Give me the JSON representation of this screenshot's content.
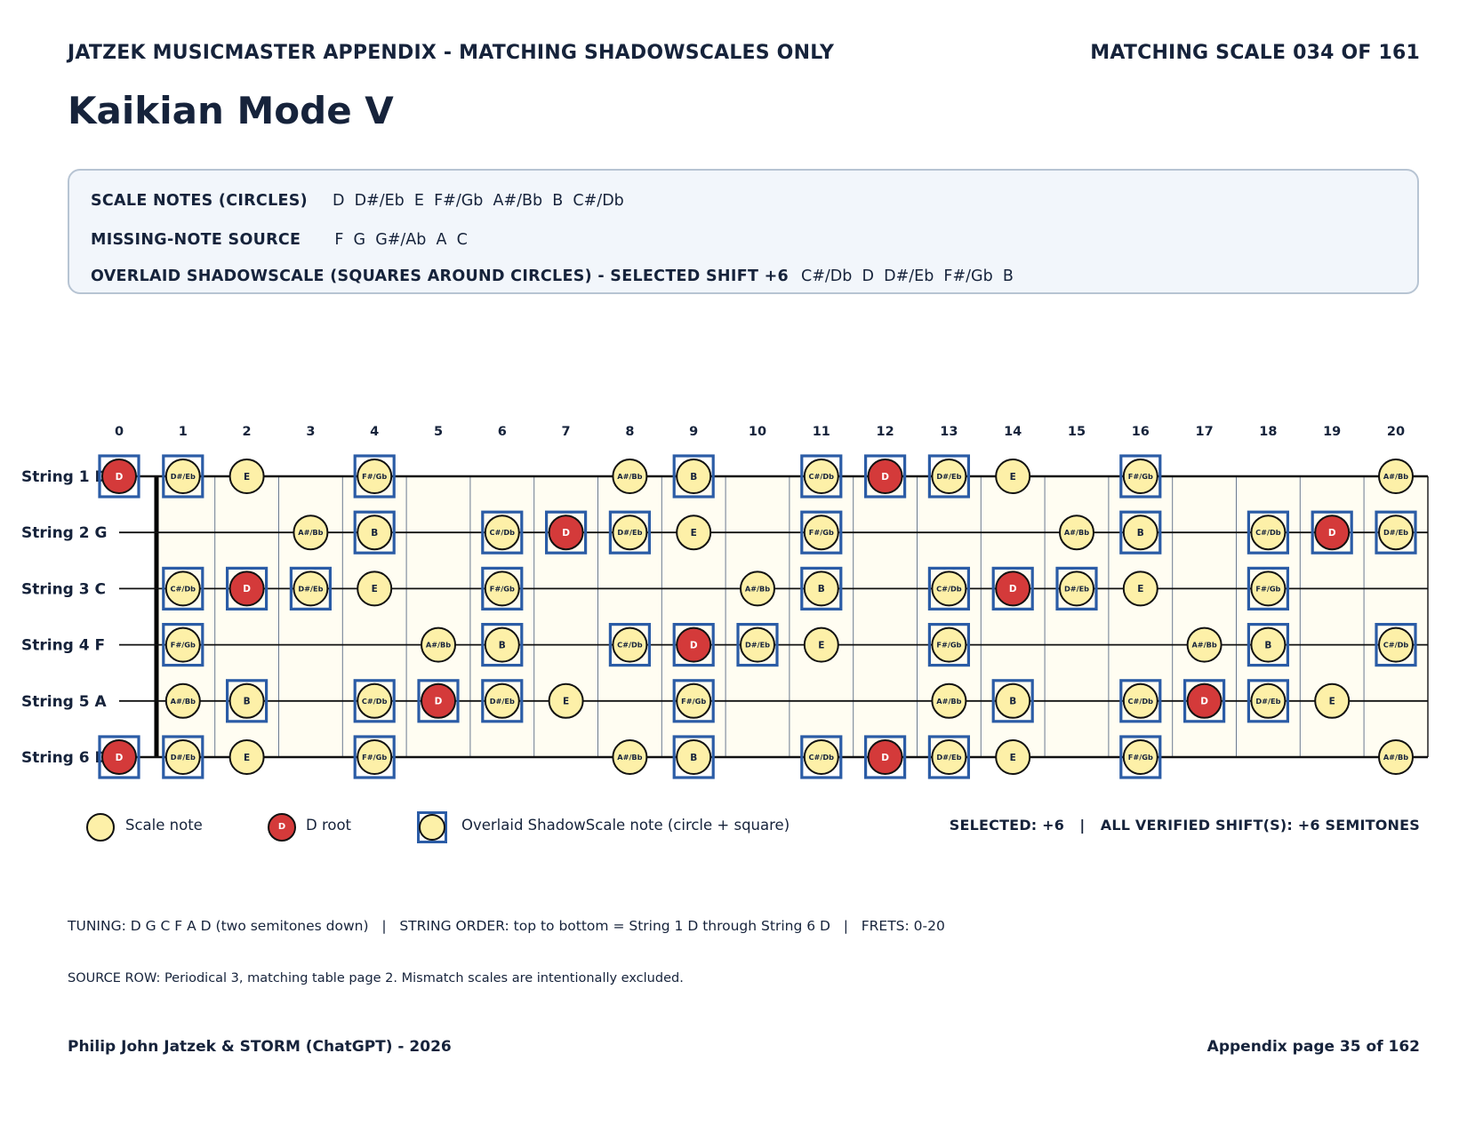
{
  "header": {
    "left": "JATZEK MUSICMASTER APPENDIX - MATCHING SHADOWSCALES ONLY",
    "right": "MATCHING SCALE 034 OF 161"
  },
  "title": "Kaikian Mode V",
  "info": {
    "scale_notes_label": "SCALE NOTES (CIRCLES)",
    "scale_notes": "D  D#/Eb  E  F#/Gb  A#/Bb  B  C#/Db",
    "missing_label": "MISSING-NOTE SOURCE",
    "missing_notes": "F  G  G#/Ab  A  C",
    "overlay_label": "OVERLAID SHADOWSCALE (SQUARES AROUND CIRCLES) - SELECTED SHIFT +6",
    "overlay_notes": "C#/Db  D  D#/Eb  F#/Gb  B"
  },
  "fretboard": {
    "fret_numbers": [
      "0",
      "1",
      "2",
      "3",
      "4",
      "5",
      "6",
      "7",
      "8",
      "9",
      "10",
      "11",
      "12",
      "13",
      "14",
      "15",
      "16",
      "17",
      "18",
      "19",
      "20"
    ],
    "strings": [
      {
        "label": "String 1 D",
        "open": 2
      },
      {
        "label": "String 2 G",
        "open": 7
      },
      {
        "label": "String 3 C",
        "open": 0
      },
      {
        "label": "String 4 F",
        "open": 5
      },
      {
        "label": "String 5 A",
        "open": 9
      },
      {
        "label": "String 6 D",
        "open": 2
      }
    ],
    "note_names": [
      "C",
      "C#/Db",
      "D",
      "D#/Eb",
      "E",
      "F",
      "F#/Gb",
      "G",
      "G#/Ab",
      "A",
      "A#/Bb",
      "B"
    ],
    "scale_pcs": [
      2,
      3,
      4,
      6,
      10,
      11,
      1
    ],
    "root_pc": 2,
    "shadow_pcs": [
      1,
      2,
      3,
      6,
      11
    ],
    "colors": {
      "scale_fill": "#fdf0a8",
      "root_fill": "#d43a3a",
      "square": "#2b5ca6",
      "board": "#fffdf2"
    }
  },
  "legend": {
    "scale_note": "Scale note",
    "root_dot_label": "D",
    "root": "D root",
    "overlay": "Overlaid ShadowScale note (circle + square)",
    "selected": "SELECTED: +6   |   ALL VERIFIED SHIFT(S): +6 SEMITONES"
  },
  "tuning_line": "TUNING: D G C F A D (two semitones down)   |   STRING ORDER: top to bottom = String 1 D through String 6 D   |   FRETS: 0-20",
  "source_line": "SOURCE ROW: Periodical 3, matching table page 2. Mismatch scales are intentionally excluded.",
  "footer": {
    "left": "Philip John Jatzek & STORM (ChatGPT) - 2026",
    "right": "Appendix page 35 of 162"
  }
}
